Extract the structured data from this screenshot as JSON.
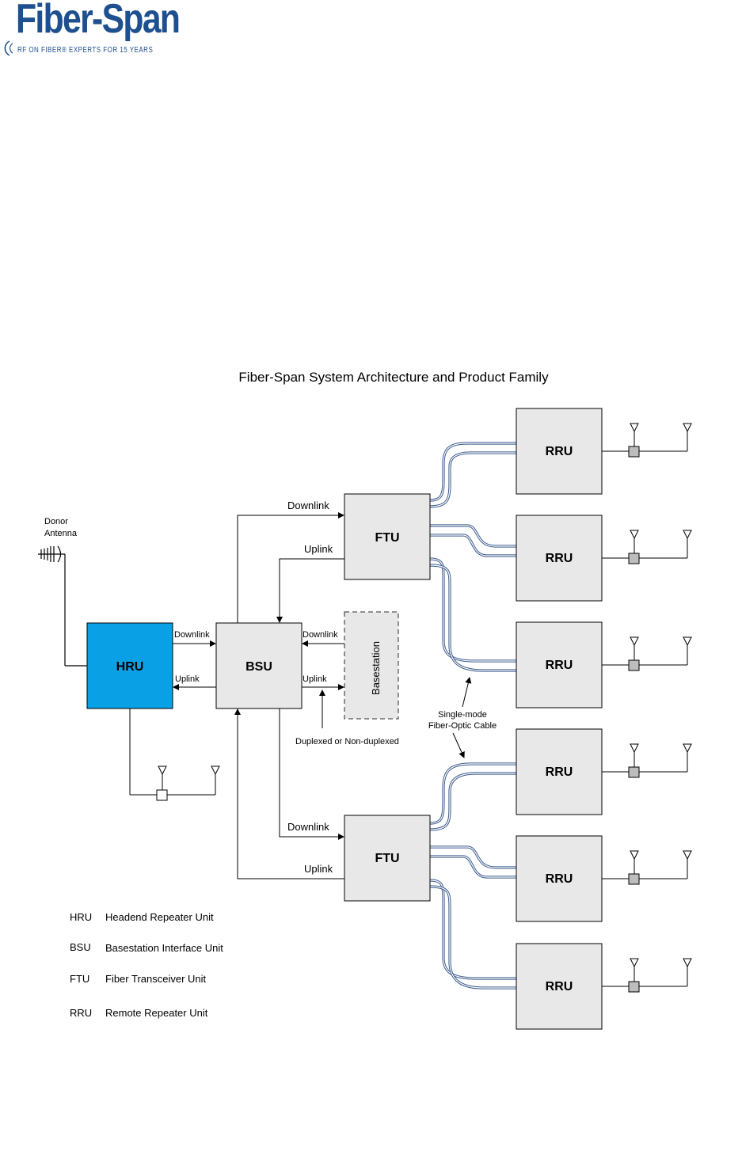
{
  "logo": {
    "name": "Fiber-Span",
    "tagline": "RF ON FIBER® EXPERTS FOR 15 YEARS"
  },
  "diagram": {
    "title": "Fiber-Span System Architecture and Product Family",
    "donor_antenna": [
      "Donor",
      "Antenna"
    ],
    "hru": "HRU",
    "bsu": "BSU",
    "ftu": "FTU",
    "rru": "RRU",
    "basestation": "Basestation",
    "downlink": "Downlink",
    "uplink": "Uplink",
    "duplex_note": "Duplexed or Non-duplexed",
    "cable_note": [
      "Single-mode",
      "Fiber-Optic Cable"
    ],
    "colors": {
      "hru_fill": "#0aa0e6",
      "box_fill": "#e8e8e8",
      "fiber": "#3b5a8c"
    }
  },
  "legend": [
    {
      "abbr": "HRU",
      "desc": "Headend Repeater Unit"
    },
    {
      "abbr": "BSU",
      "desc": "Basestation Interface Unit"
    },
    {
      "abbr": "FTU",
      "desc": "Fiber Transceiver Unit"
    },
    {
      "abbr": "RRU",
      "desc": "Remote Repeater Unit"
    }
  ]
}
